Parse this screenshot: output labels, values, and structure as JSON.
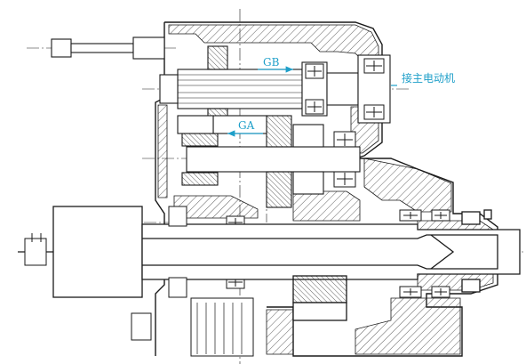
{
  "colors": {
    "line": "#1a1a1a",
    "hatch": "#3a3a3a",
    "annotation": "#1e9fc9",
    "background": "#ffffff"
  },
  "labels": {
    "gb": "GB",
    "ga": "GA",
    "motor": "接主电动机"
  }
}
